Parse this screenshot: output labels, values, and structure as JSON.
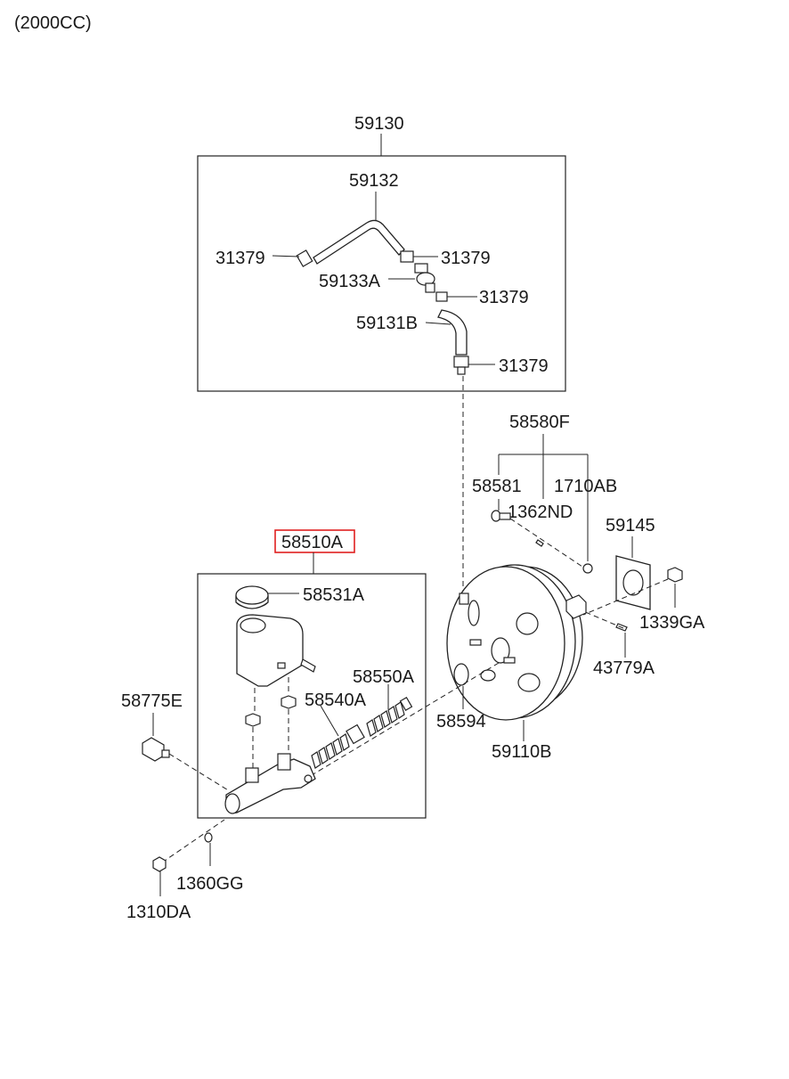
{
  "header": {
    "variant": "(2000CC)"
  },
  "labels": {
    "p59130": "59130",
    "p59132": "59132",
    "p31379_a": "31379",
    "p31379_b": "31379",
    "p59133A": "59133A",
    "p31379_c": "31379",
    "p59131B": "59131B",
    "p31379_d": "31379",
    "p58580F": "58580F",
    "p58581": "58581",
    "p1710AB": "1710AB",
    "p1362ND": "1362ND",
    "p59145": "59145",
    "p58510A": "58510A",
    "p58531A": "58531A",
    "p1339GA": "1339GA",
    "p43779A": "43779A",
    "p58550A": "58550A",
    "p58775E": "58775E",
    "p58540A": "58540A",
    "p58594": "58594",
    "p59110B": "59110B",
    "p1360GG": "1360GG",
    "p1310DA": "1310DA"
  },
  "highlight_color": "#e02020"
}
